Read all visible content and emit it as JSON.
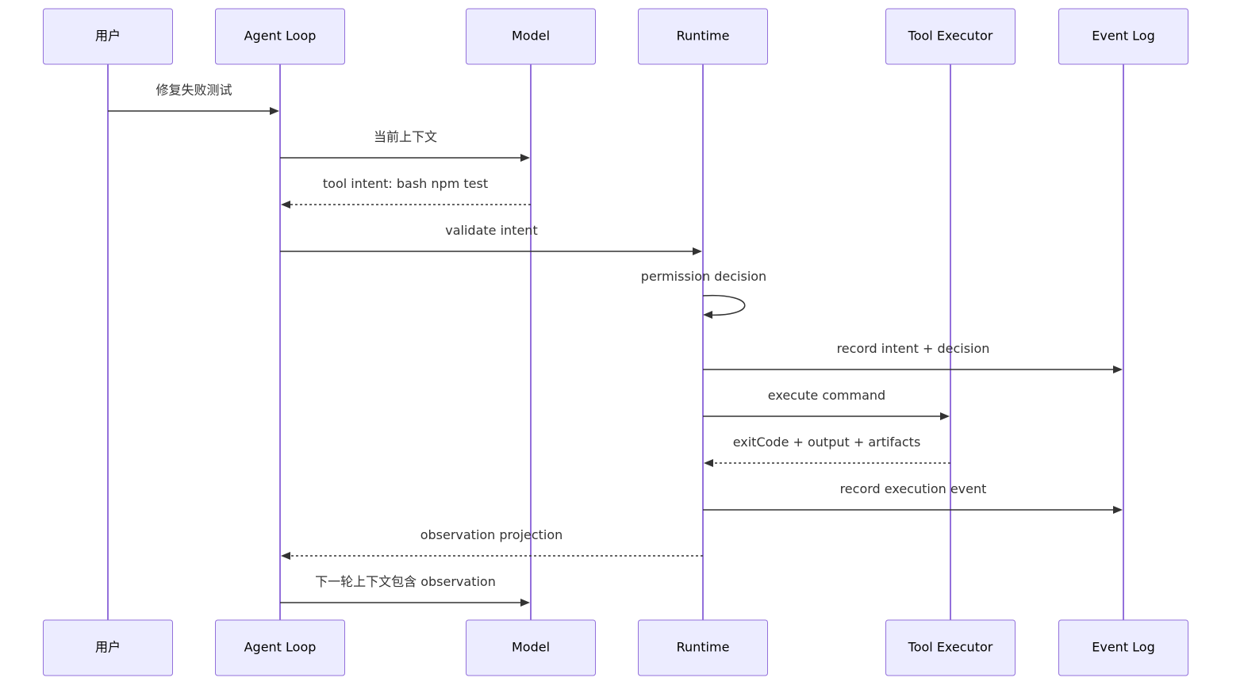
{
  "participants": [
    {
      "id": "user",
      "label": "用户"
    },
    {
      "id": "agent_loop",
      "label": "Agent Loop"
    },
    {
      "id": "model",
      "label": "Model"
    },
    {
      "id": "runtime",
      "label": "Runtime"
    },
    {
      "id": "tool_executor",
      "label": "Tool Executor"
    },
    {
      "id": "event_log",
      "label": "Event Log"
    }
  ],
  "messages": [
    {
      "from": "user",
      "to": "agent_loop",
      "label": "修复失败测试",
      "style": "solid"
    },
    {
      "from": "agent_loop",
      "to": "model",
      "label": "当前上下文",
      "style": "solid"
    },
    {
      "from": "model",
      "to": "agent_loop",
      "label": "tool intent: bash npm test",
      "style": "dashed"
    },
    {
      "from": "agent_loop",
      "to": "runtime",
      "label": "validate intent",
      "style": "solid"
    },
    {
      "from": "runtime",
      "to": "runtime",
      "label": "permission decision",
      "style": "self"
    },
    {
      "from": "runtime",
      "to": "event_log",
      "label": "record intent + decision",
      "style": "solid"
    },
    {
      "from": "runtime",
      "to": "tool_executor",
      "label": "execute command",
      "style": "solid"
    },
    {
      "from": "tool_executor",
      "to": "runtime",
      "label": "exitCode + output + artifacts",
      "style": "dashed"
    },
    {
      "from": "runtime",
      "to": "event_log",
      "label": "record execution event",
      "style": "solid"
    },
    {
      "from": "runtime",
      "to": "agent_loop",
      "label": "observation projection",
      "style": "dashed"
    },
    {
      "from": "agent_loop",
      "to": "model",
      "label": "下一轮上下文包含 observation",
      "style": "solid"
    }
  ],
  "colors": {
    "actor_fill": "#ECECFF",
    "actor_border": "#9370DB",
    "lifeline": "#9370DB",
    "message": "#333333"
  }
}
